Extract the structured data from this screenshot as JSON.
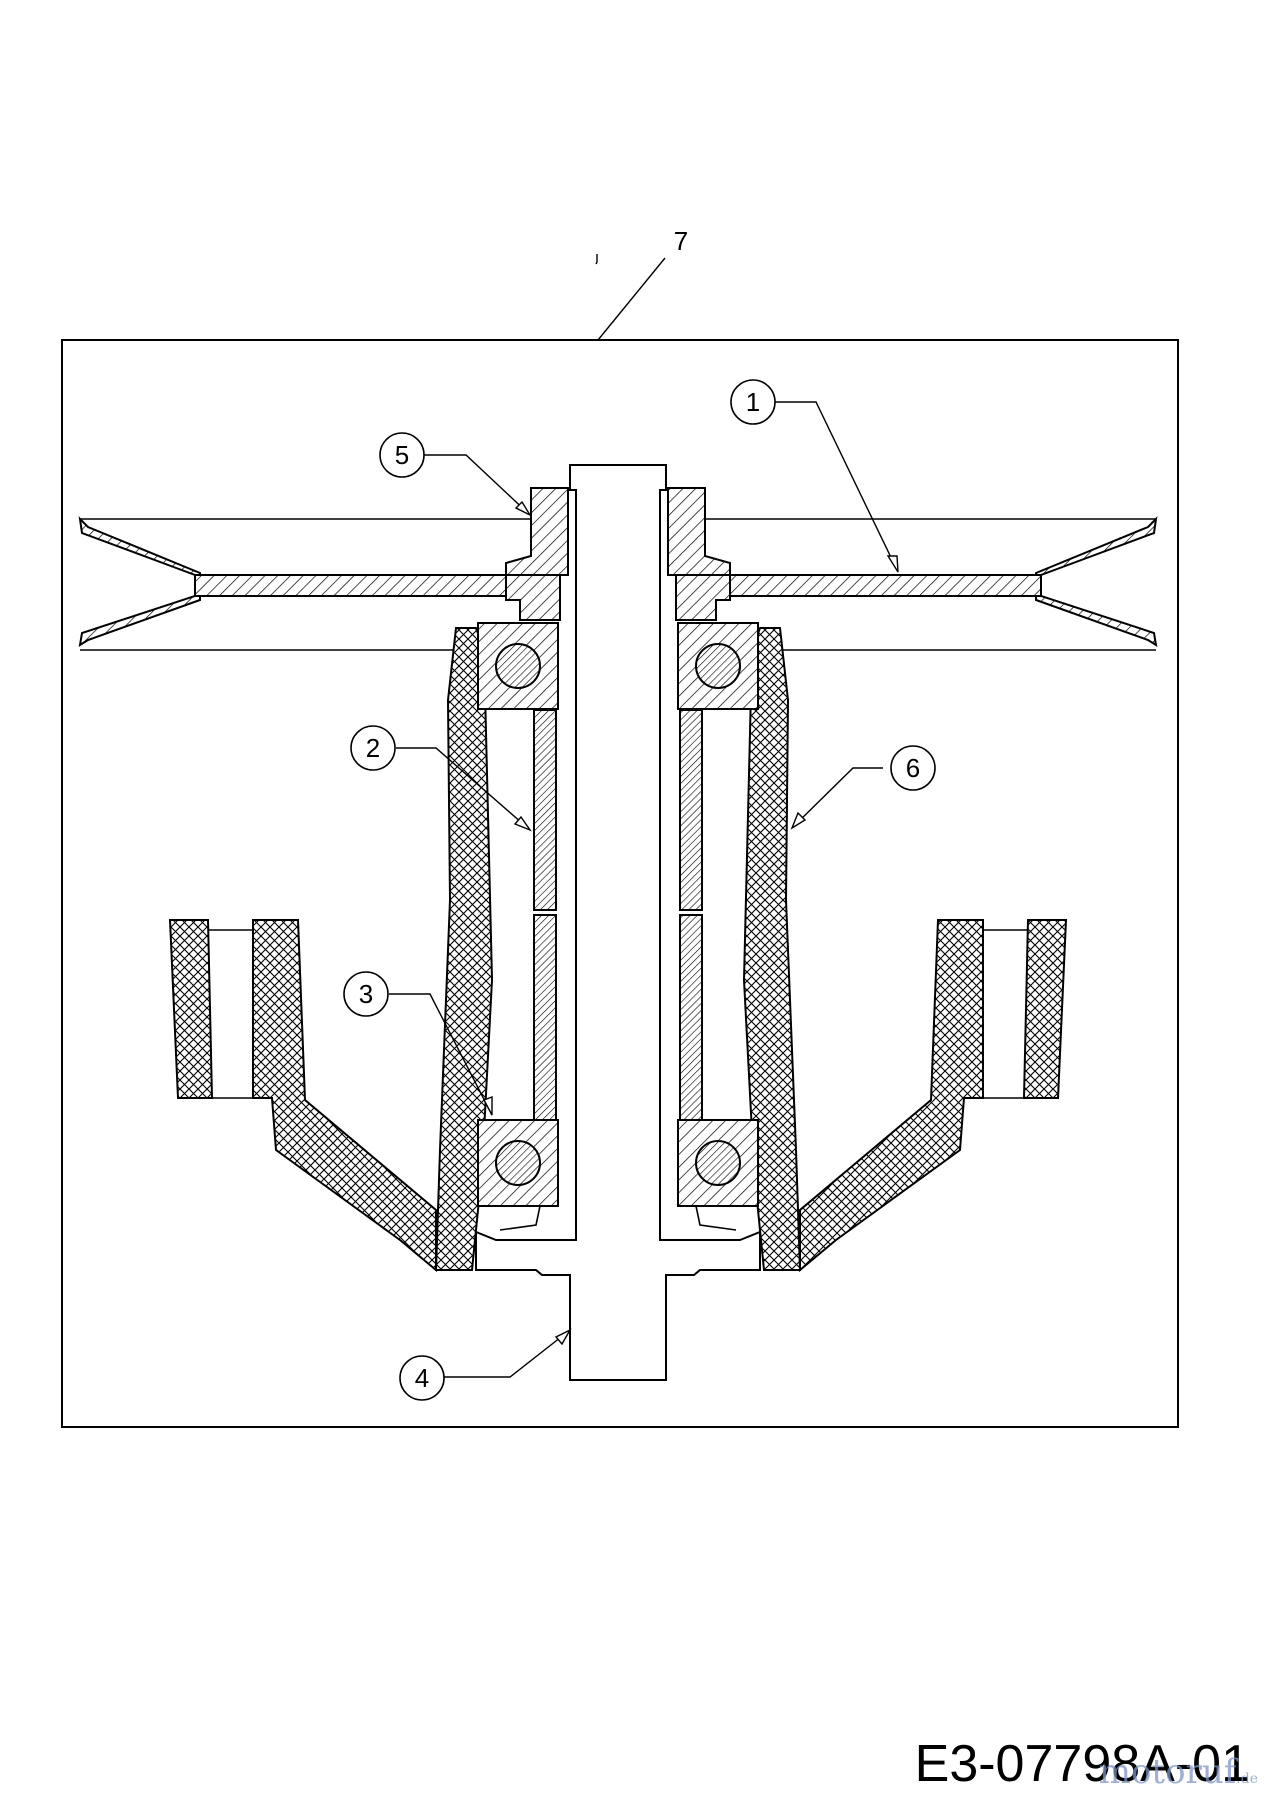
{
  "diagram": {
    "assembly_label": "7",
    "callouts": [
      {
        "id": "1",
        "text": "1"
      },
      {
        "id": "2",
        "text": "2"
      },
      {
        "id": "3",
        "text": "3"
      },
      {
        "id": "4",
        "text": "4"
      },
      {
        "id": "5",
        "text": "5"
      },
      {
        "id": "6",
        "text": "6"
      }
    ]
  },
  "document": {
    "id": "E3-07798A-01"
  },
  "watermark": {
    "text": "motoruf",
    "suffix": ".de",
    "color": "#7f93c4"
  }
}
